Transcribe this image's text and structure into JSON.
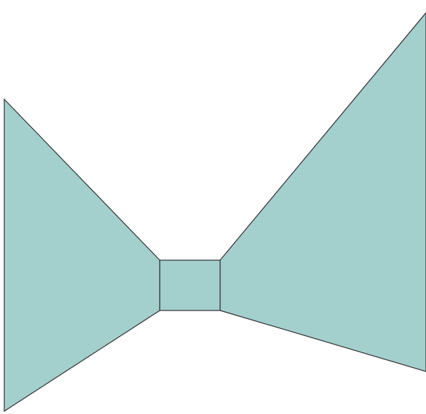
{
  "diagram": {
    "description_visible_text": "",
    "colors": {
      "background": "#ffffff",
      "wall_fill": "#a3cfcd",
      "edge_stroke": "#2f2f2f"
    },
    "shapes": [
      {
        "name": "left-wall",
        "kind": "wall"
      },
      {
        "name": "back-wall",
        "kind": "wall"
      },
      {
        "name": "right-wall",
        "kind": "wall"
      }
    ]
  }
}
